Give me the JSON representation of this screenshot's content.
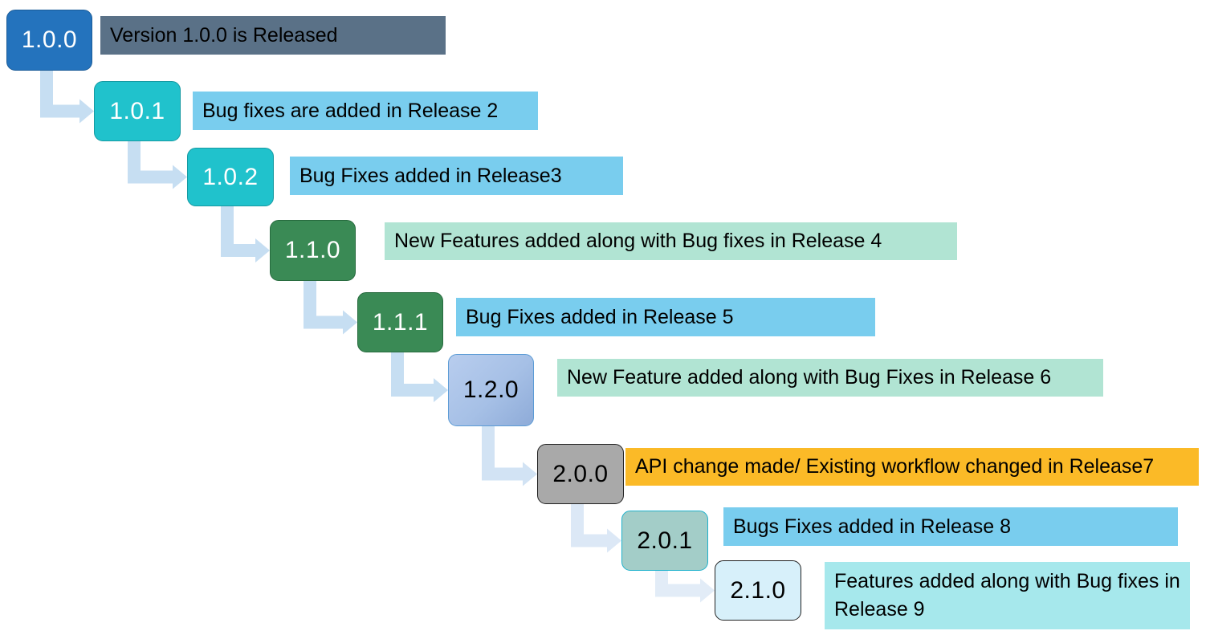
{
  "releases": [
    {
      "version": "1.0.0",
      "description": "Version 1.0.0 is Released",
      "box_fill": "#2473bd",
      "box_border": "#1b5c98",
      "box_text": "#ffffff",
      "desc_fill": "#5a7187"
    },
    {
      "version": "1.0.1",
      "description": "Bug fixes are added in Release 2",
      "box_fill": "#20c2cc",
      "box_border": "#169aa2",
      "box_text": "#ffffff",
      "desc_fill": "#79cdee"
    },
    {
      "version": "1.0.2",
      "description": "Bug Fixes added in Release3",
      "box_fill": "#20c2cc",
      "box_border": "#169aa2",
      "box_text": "#ffffff",
      "desc_fill": "#79cdee"
    },
    {
      "version": "1.1.0",
      "description": "New Features added along with Bug fixes in Release 4",
      "box_fill": "#3a8a55",
      "box_border": "#276a3e",
      "box_text": "#ffffff",
      "desc_fill": "#b1e4d3"
    },
    {
      "version": "1.1.1",
      "description": "Bug Fixes added in Release 5",
      "box_fill": "#3a8a55",
      "box_border": "#276a3e",
      "box_text": "#ffffff",
      "desc_fill": "#79cdee"
    },
    {
      "version": "1.2.0",
      "description": "New Feature added along with Bug Fixes in Release 6",
      "box_fill": "#a6c0e6",
      "box_border": "#5b9bd5",
      "box_text": "#000000",
      "desc_fill": "#b1e4d3"
    },
    {
      "version": "2.0.0",
      "description": "API change made/ Existing workflow changed in Release7",
      "box_fill": "#a9a9a9",
      "box_border": "#222222",
      "box_text": "#000000",
      "desc_fill": "#fbba27"
    },
    {
      "version": "2.0.1",
      "description": "Bugs Fixes added in Release 8",
      "box_fill": "#a3cdc8",
      "box_border": "#20b2cc",
      "box_text": "#000000",
      "desc_fill": "#79cdee"
    },
    {
      "version": "2.1.0",
      "description": "Features added along with Bug fixes in Release 9",
      "box_fill": "#d7f0fa",
      "box_border": "#222222",
      "box_text": "#000000",
      "desc_fill": "#a6e8ec"
    }
  ],
  "connector_colors": [
    "#c6def2",
    "#c6def2",
    "#c6def2",
    "#c6def2",
    "#c6def2",
    "#d2e3f4",
    "#dce8f6",
    "#e2ecf7"
  ]
}
